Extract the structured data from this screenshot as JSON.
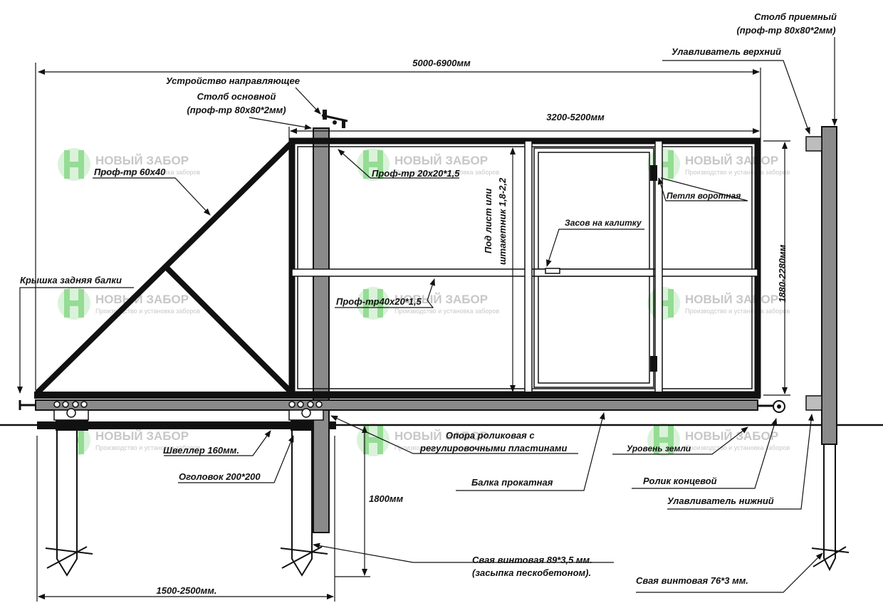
{
  "labels": {
    "receiving_post_line1": "Столб приемный",
    "receiving_post_line2": "(проф-тр 80х80*2мм)",
    "top_catcher": "Улавливатель верхний",
    "overall_width": "5000-6900мм",
    "guide_device": "Устройство направляющее",
    "main_post_line1": "Столб основной",
    "main_post_line2": "(проф-тр 80х80*2мм)",
    "gate_width": "3200-5200мм",
    "profile_60x40": "Проф-тр 60х40",
    "profile_20x20": "Проф-тр 20х20*1,5",
    "sheet_line1": "Под лист или",
    "sheet_line2": "штакетник 1,8-2,2",
    "gate_hinge": "Петля воротная",
    "wicket_latch": "Засов на калитку",
    "gate_height": "1880-2280мм",
    "rear_beam_cap": "Крышка задняя балки",
    "profile_40x20": "Проф-тр40х20*1,5",
    "roller_support_line1": "Опора роликовая с",
    "roller_support_line2": "регулировочными пластинами",
    "ground_level": "Уровень земли",
    "channel": "Швеллер 160мм.",
    "head_plate": "Оголовок 200*200",
    "rolled_beam": "Балка прокатная",
    "end_roller": "Ролик концевой",
    "bottom_catcher": "Улавливатель нижний",
    "depth": "1800мм",
    "pile_main_line1": "Свая винтовая 89*3,5 мм.",
    "pile_main_line2": "(засыпка пескобетоном).",
    "counterweight_width": "1500-2500мм.",
    "pile_receiving": "Свая винтовая 76*3 мм."
  },
  "watermark": {
    "title": "НОВЫЙ ЗАБОР",
    "subtitle": "Производство и установка заборов"
  },
  "colors": {
    "frame": "#111111",
    "post_fill": "#8a8a8a",
    "watermark": "#3fbf3f",
    "catcher_fill": "#bdbdbd"
  }
}
